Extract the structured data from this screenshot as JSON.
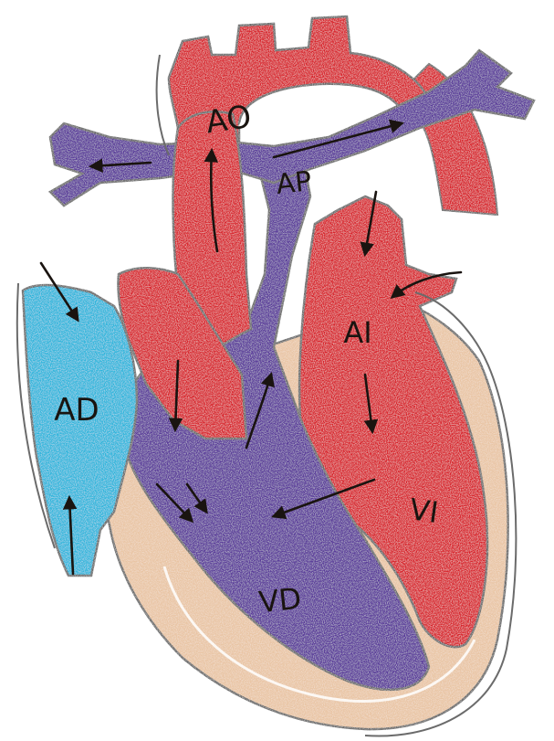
{
  "diagram": {
    "labels": {
      "aorta": "AO",
      "pulmonary_artery": "AP",
      "left_atrium": "AI",
      "right_atrium": "AD",
      "left_ventricle": "VI",
      "right_ventricle": "VD"
    },
    "colors": {
      "oxygenated_red": "#d8232a",
      "deoxygenated_purple": "#5a3a9a",
      "right_atrium_cyan": "#2fb6dc",
      "heart_wall_tan": "#e9c5a4",
      "outline": "#6b6b6b",
      "arrow": "#1a1410"
    }
  }
}
